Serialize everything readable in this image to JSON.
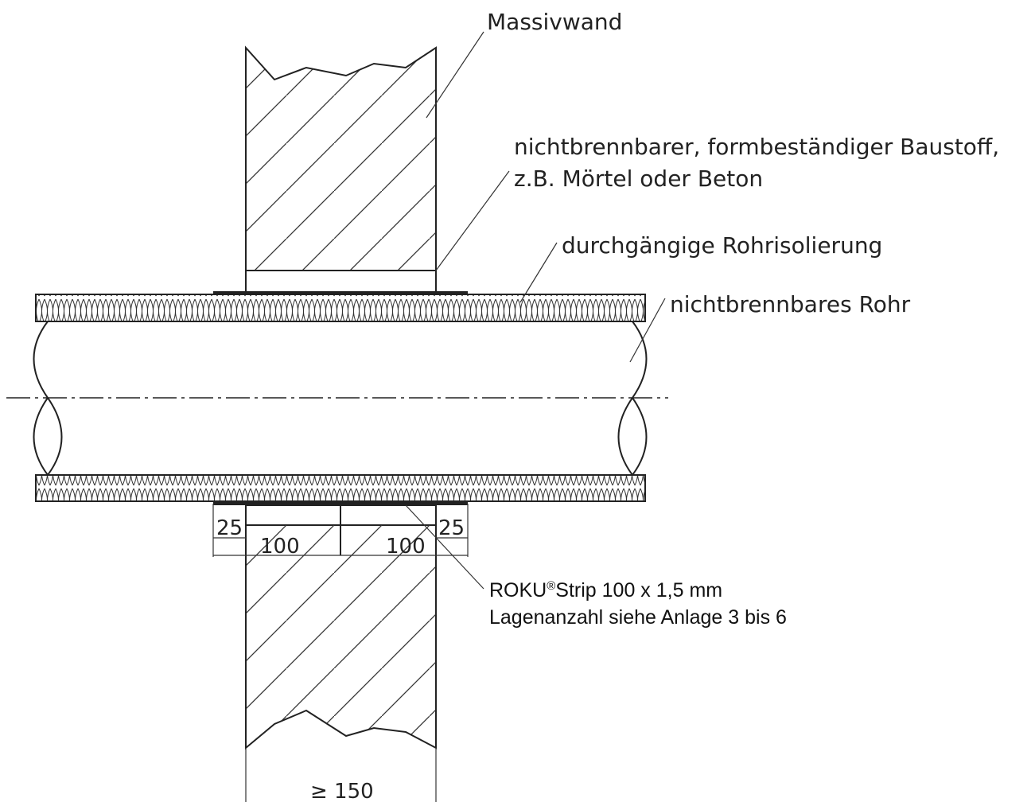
{
  "labels": {
    "massivwand": "Massivwand",
    "baustoff_line1": "nichtbrennbarer, formbeständiger Baustoff,",
    "baustoff_line2": "z.B. Mörtel oder Beton",
    "rohrisolierung": "durchgängige Rohrisolierung",
    "rohr": "nichtbrennbares Rohr",
    "roku_brand": "ROKU",
    "roku_reg": "®",
    "roku_rest": "Strip 100 x 1,5 mm",
    "lagenanzahl": "Lagenanzahl siehe Anlage 3 bis 6"
  },
  "dimensions": {
    "left_offset": "25",
    "right_offset": "25",
    "strip_left": "100",
    "strip_right": "100",
    "wall_thickness": "≥ 150"
  },
  "colors": {
    "line": "#222222",
    "background": "#ffffff"
  }
}
